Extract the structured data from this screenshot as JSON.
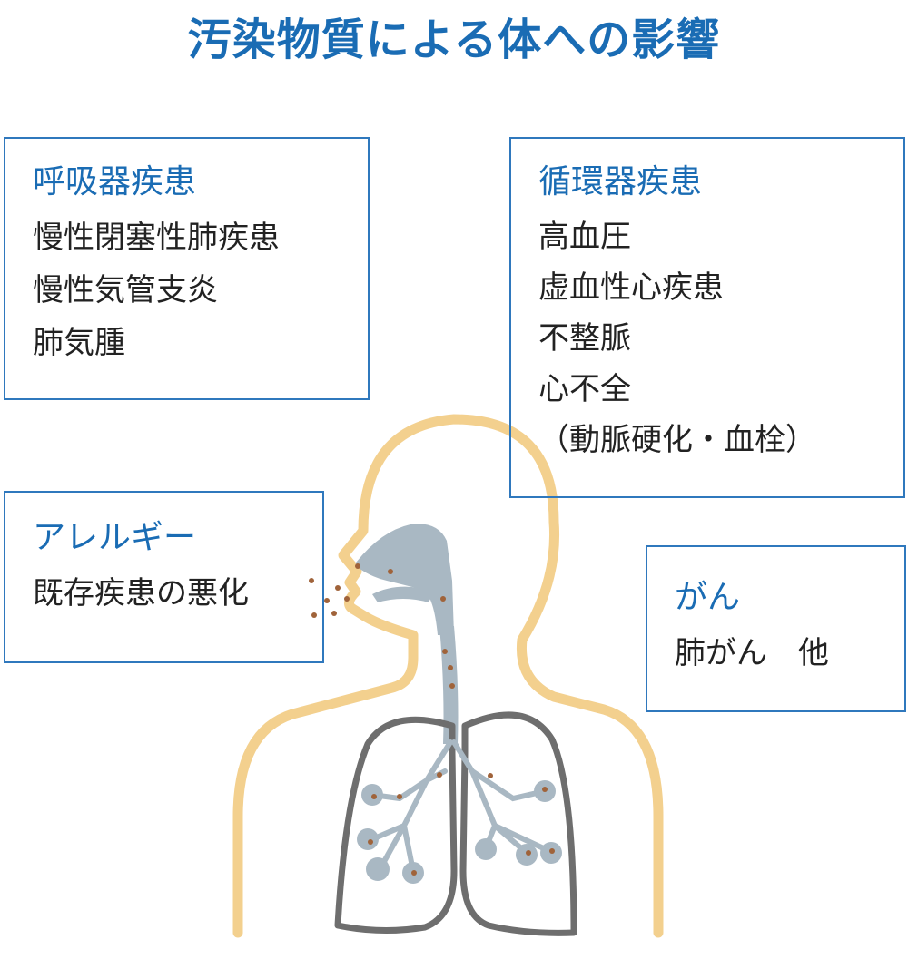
{
  "title": "汚染物質による体への影響",
  "colors": {
    "accent": "#1a6cb4",
    "box_border": "#2f78bd",
    "body_outline": "#f3d08e",
    "airway": "#a9b8c3",
    "lung_outline": "#6e6e6e",
    "particle": "#a0633a"
  },
  "boxes": {
    "respiratory": {
      "heading": "呼吸器疾患",
      "items": [
        "慢性閉塞性肺疾患",
        "慢性気管支炎",
        "肺気腫"
      ]
    },
    "circulatory": {
      "heading": "循環器疾患",
      "items": [
        "高血圧",
        "虚血性心疾患",
        "不整脈",
        "心不全",
        "（動脈硬化・血栓）"
      ]
    },
    "allergy": {
      "heading": "アレルギー",
      "items": [
        "既存疾患の悪化"
      ]
    },
    "cancer": {
      "heading": "がん",
      "items": [
        "肺がん　他"
      ]
    }
  }
}
